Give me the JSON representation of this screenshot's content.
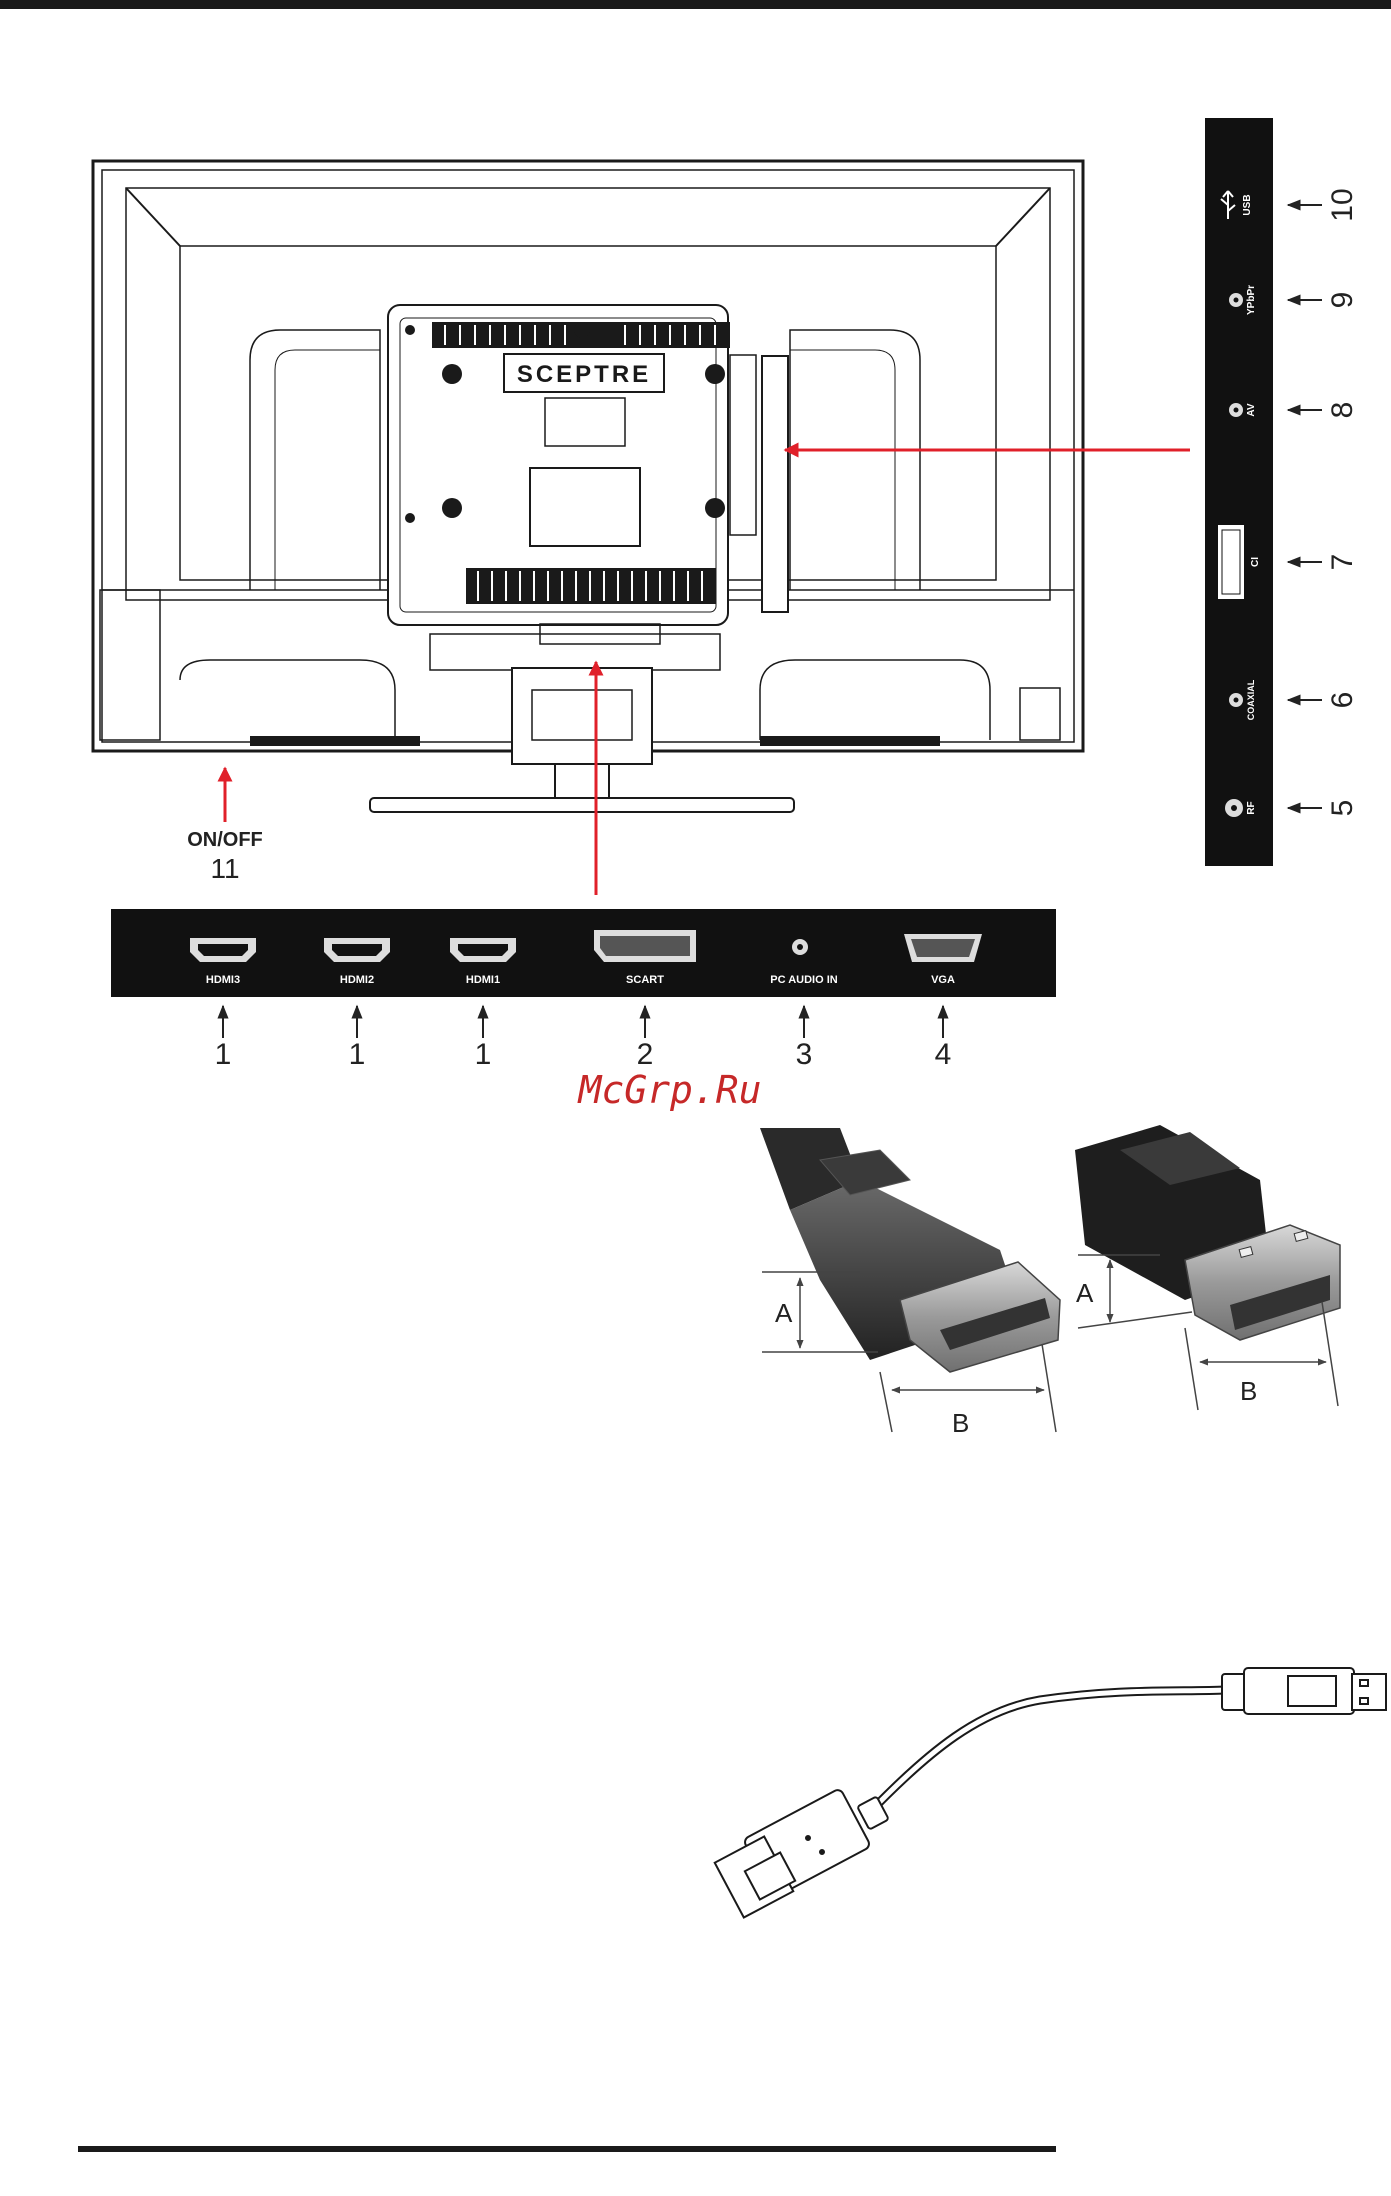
{
  "brand_logo": "SCEPTRE",
  "watermark": "McGrp.Ru",
  "power": {
    "label": "ON/OFF",
    "number": "11"
  },
  "bottom_panel": {
    "ports": [
      {
        "label": "HDMI3",
        "number": "1",
        "icon": "hdmi-port-icon"
      },
      {
        "label": "HDMI2",
        "number": "1",
        "icon": "hdmi-port-icon"
      },
      {
        "label": "HDMI1",
        "number": "1",
        "icon": "hdmi-port-icon"
      },
      {
        "label": "SCART",
        "number": "2",
        "icon": "scart-port-icon"
      },
      {
        "label": "PC AUDIO IN",
        "number": "3",
        "icon": "audio-jack-icon"
      },
      {
        "label": "VGA",
        "number": "4",
        "icon": "vga-port-icon"
      }
    ]
  },
  "side_panel": {
    "ports": [
      {
        "label": "USB",
        "number": "10",
        "icon": "usb-port-icon"
      },
      {
        "label": "YPbPr",
        "number": "9",
        "icon": "component-jack-icon"
      },
      {
        "label": "AV",
        "number": "8",
        "icon": "av-jack-icon"
      },
      {
        "label": "CI",
        "number": "7",
        "icon": "ci-slot-icon"
      },
      {
        "label": "COAXIAL",
        "number": "6",
        "icon": "coaxial-jack-icon"
      },
      {
        "label": "RF",
        "number": "5",
        "icon": "rf-jack-icon"
      }
    ]
  },
  "connector_dims": {
    "a": "A",
    "b": "B"
  },
  "colors": {
    "arrow_red": "#e0202a",
    "panel_black": "#111111",
    "watermark_red": "#c62828"
  }
}
